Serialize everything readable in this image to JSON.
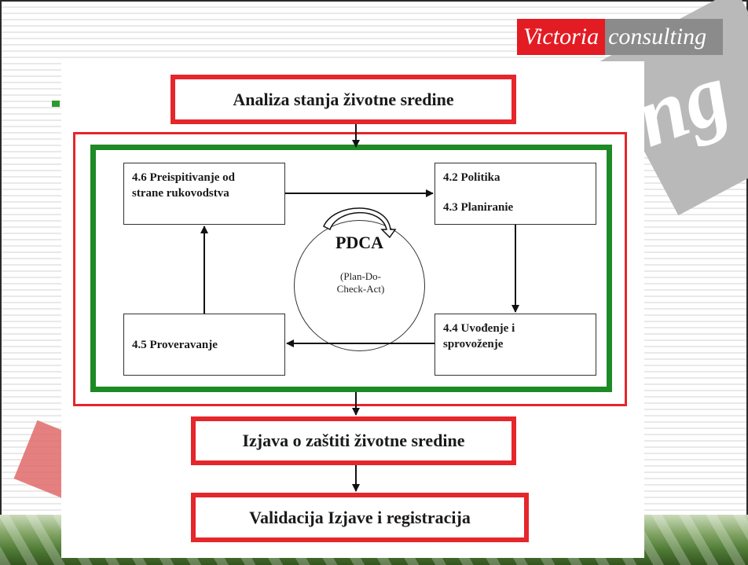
{
  "logo": {
    "red_part": "Victoria",
    "gray_part": "consulting",
    "background_word": "ng"
  },
  "diagram": {
    "top_box": "Analiza stanja životne sredine",
    "steps": {
      "review": {
        "line1": "4.6 Preispitivanje od",
        "line2": "strane rukovodstva"
      },
      "policy": {
        "line1": "4.2 Politika",
        "line2": "4.3 Planiranie"
      },
      "implementation": {
        "line1": "4.4 Uvođenje i",
        "line2": "sprovoženje"
      },
      "checking": {
        "line1": "4.5 Proveravanje"
      }
    },
    "pdca": {
      "title": "PDCA",
      "line1": "(Plan-Do-",
      "line2": "Check-Act)"
    },
    "statement_box": "Izjava o zaštiti životne sredine",
    "validation_box": "Validacija Izjave i registracija"
  },
  "colors": {
    "red": "#e5262b",
    "green": "#1d8a26",
    "logo_red": "#e31b23",
    "logo_gray": "#8b8b8b"
  }
}
